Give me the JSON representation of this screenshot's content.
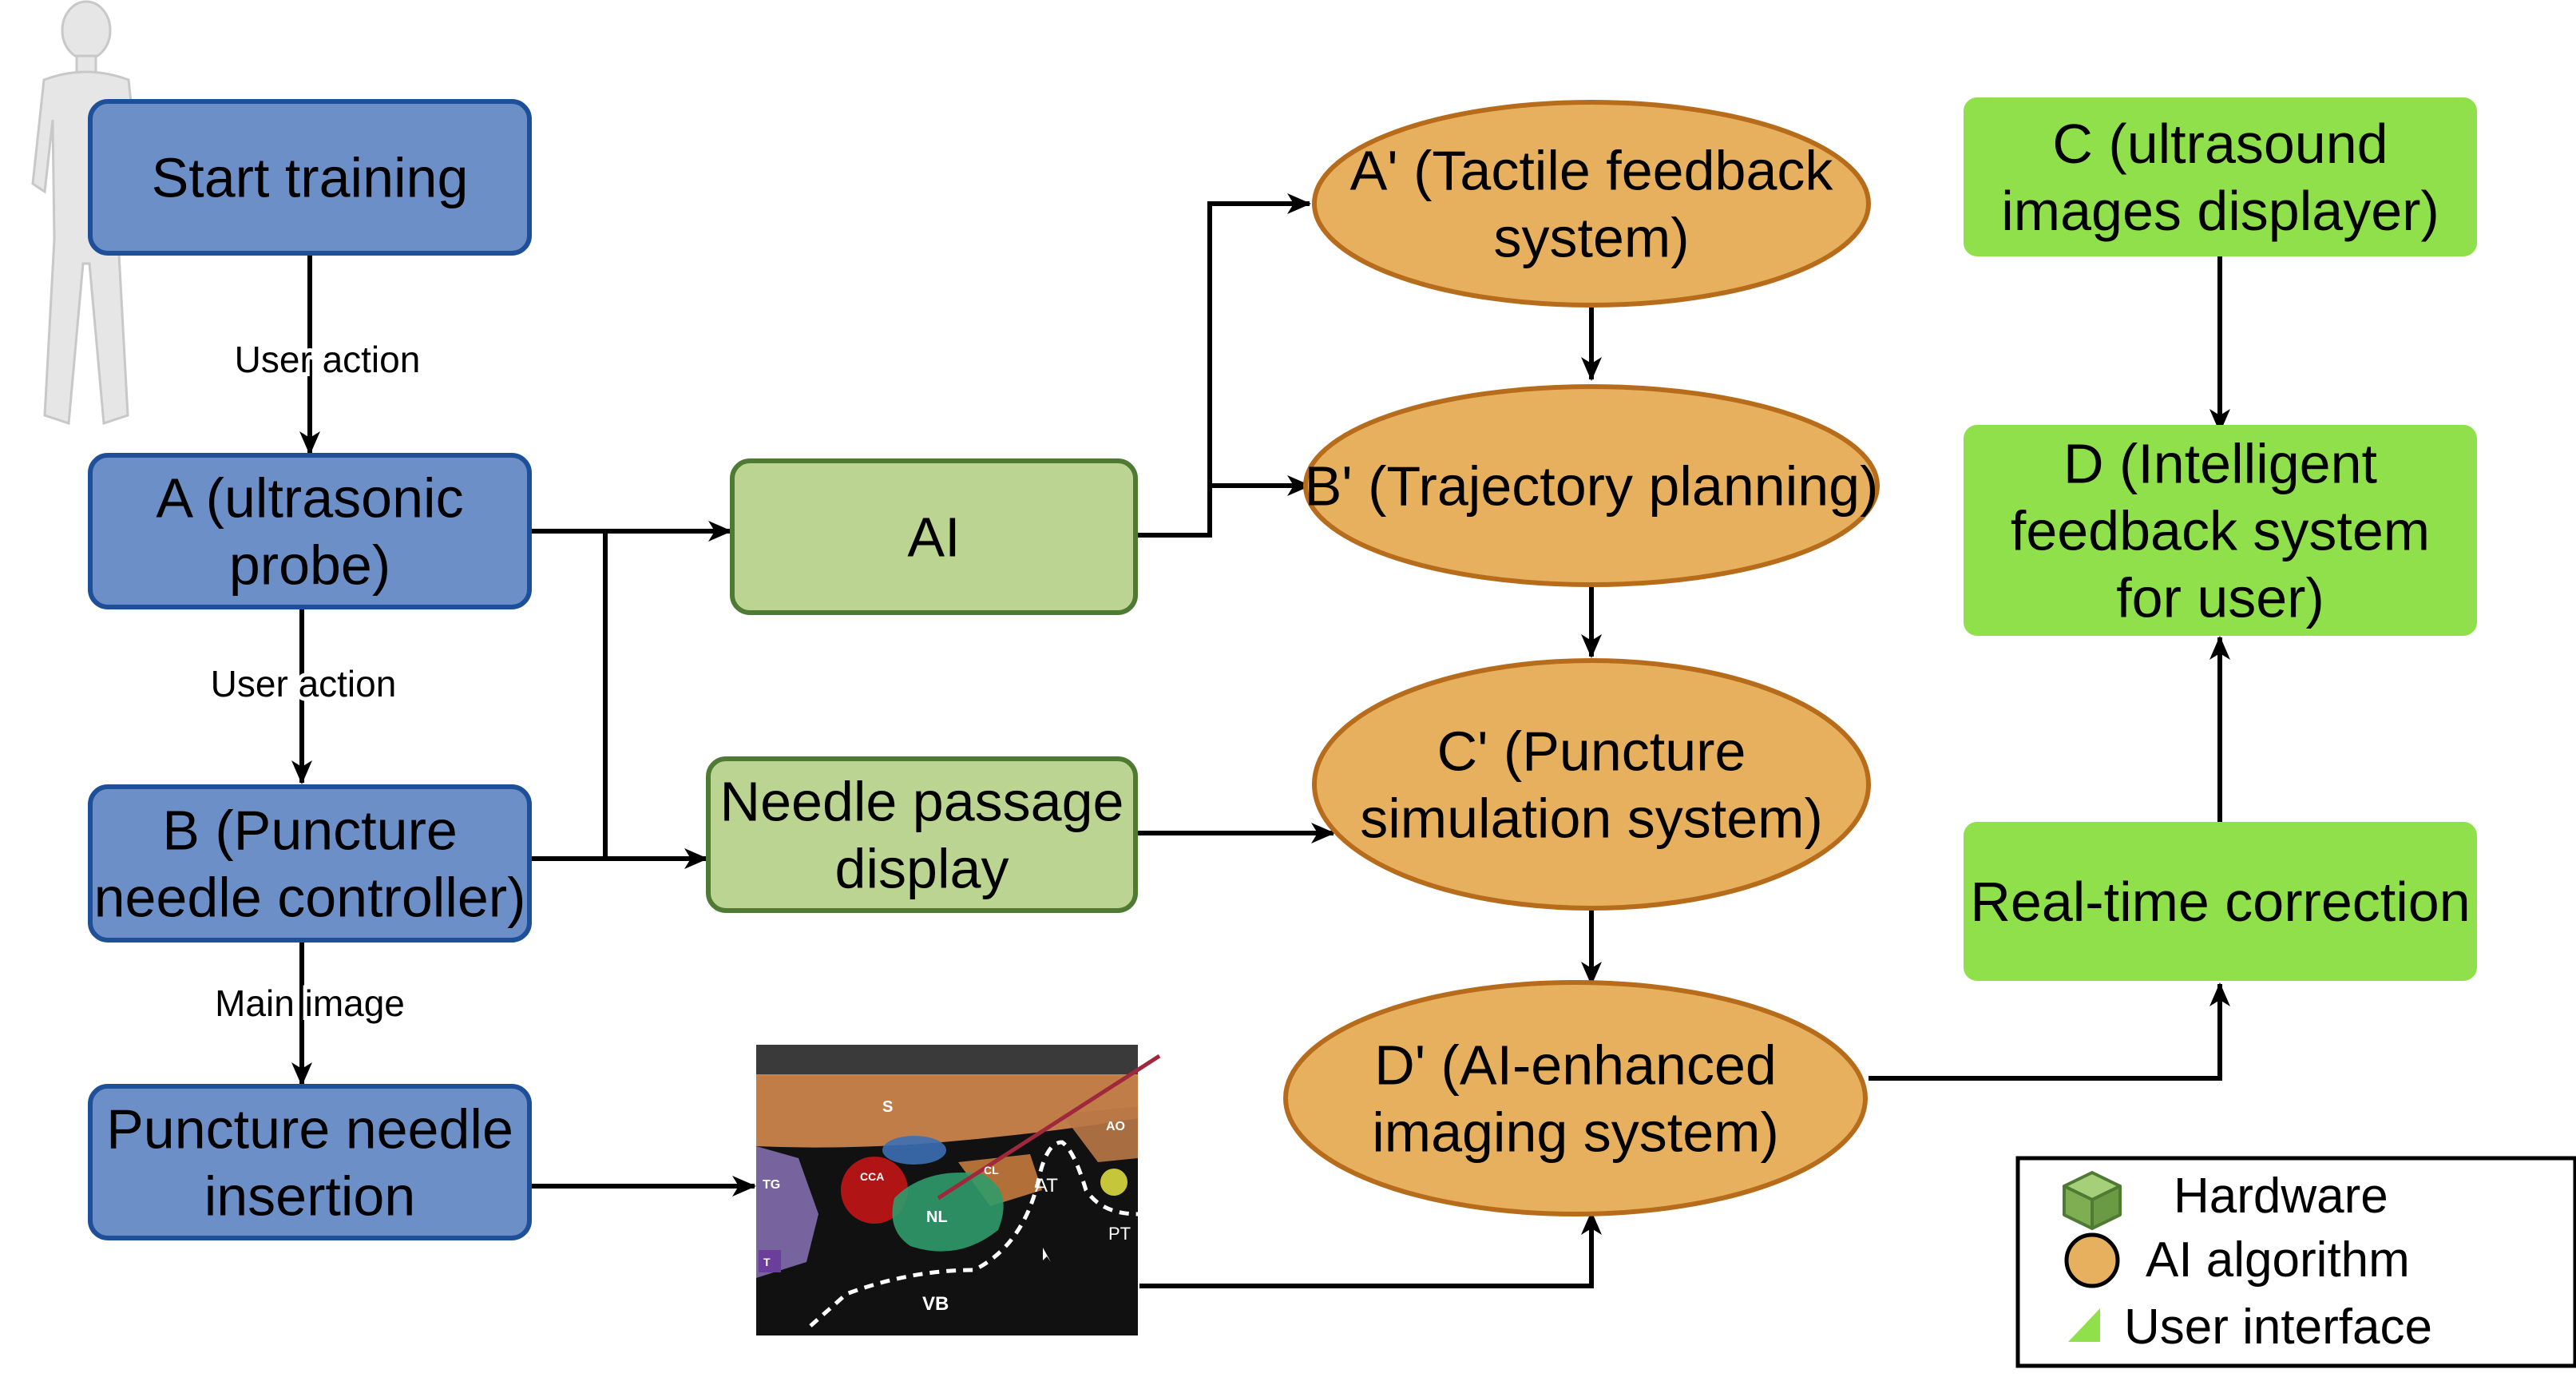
{
  "colors": {
    "hardware_fill": "#6d8fc8",
    "hardware_stroke": "#1e4f99",
    "process_fill": "#bcd492",
    "process_stroke": "#4f7a33",
    "ai_fill": "#e6b05e",
    "ai_stroke": "#b66c1a",
    "ui_fill": "#8fe04a",
    "ui_stroke": "#8fe04a"
  },
  "nodes": {
    "start_training": [
      "Start training"
    ],
    "probe": [
      "A (ultrasonic",
      "probe)"
    ],
    "needle_controller": [
      "B (Puncture",
      "needle controller)"
    ],
    "needle_insertion": [
      "Puncture needle",
      "insertion"
    ],
    "ai": [
      "AI"
    ],
    "needle_passage": [
      "Needle passage",
      "display"
    ],
    "tactile": [
      "A' (Tactile feedback",
      "system)"
    ],
    "trajectory": [
      "B' (Trajectory planning)"
    ],
    "puncture_sim": [
      "C' (Puncture",
      "simulation system)"
    ],
    "ai_imaging": [
      "D' (AI-enhanced",
      "imaging system)"
    ],
    "us_display": [
      "C (ultrasound",
      "images displayer)"
    ],
    "intelligent_feedback": [
      "D (Intelligent",
      "feedback system",
      "for user)"
    ],
    "realtime_correction": [
      "Real-time correction"
    ]
  },
  "edge_labels": {
    "start_to_probe": "User action",
    "probe_to_controller": "User action",
    "controller_to_insertion": "Main image"
  },
  "ultrasound_labels": {
    "s": "S",
    "ao": "AO",
    "tg": "TG",
    "cca": "CCA",
    "cl": "CL",
    "at": "AT",
    "nl": "NL",
    "pt": "PT",
    "t": "T",
    "vb": "VB"
  },
  "legend": {
    "hardware": "Hardware",
    "ai_algorithm": "AI algorithm",
    "user_interface": "User interface"
  },
  "icons": {
    "human_figure": "human-body-silhouette",
    "hardware_icon": "green-cube-icon",
    "ai_icon": "orange-circle-icon",
    "ui_icon": "green-triangle-icon"
  }
}
